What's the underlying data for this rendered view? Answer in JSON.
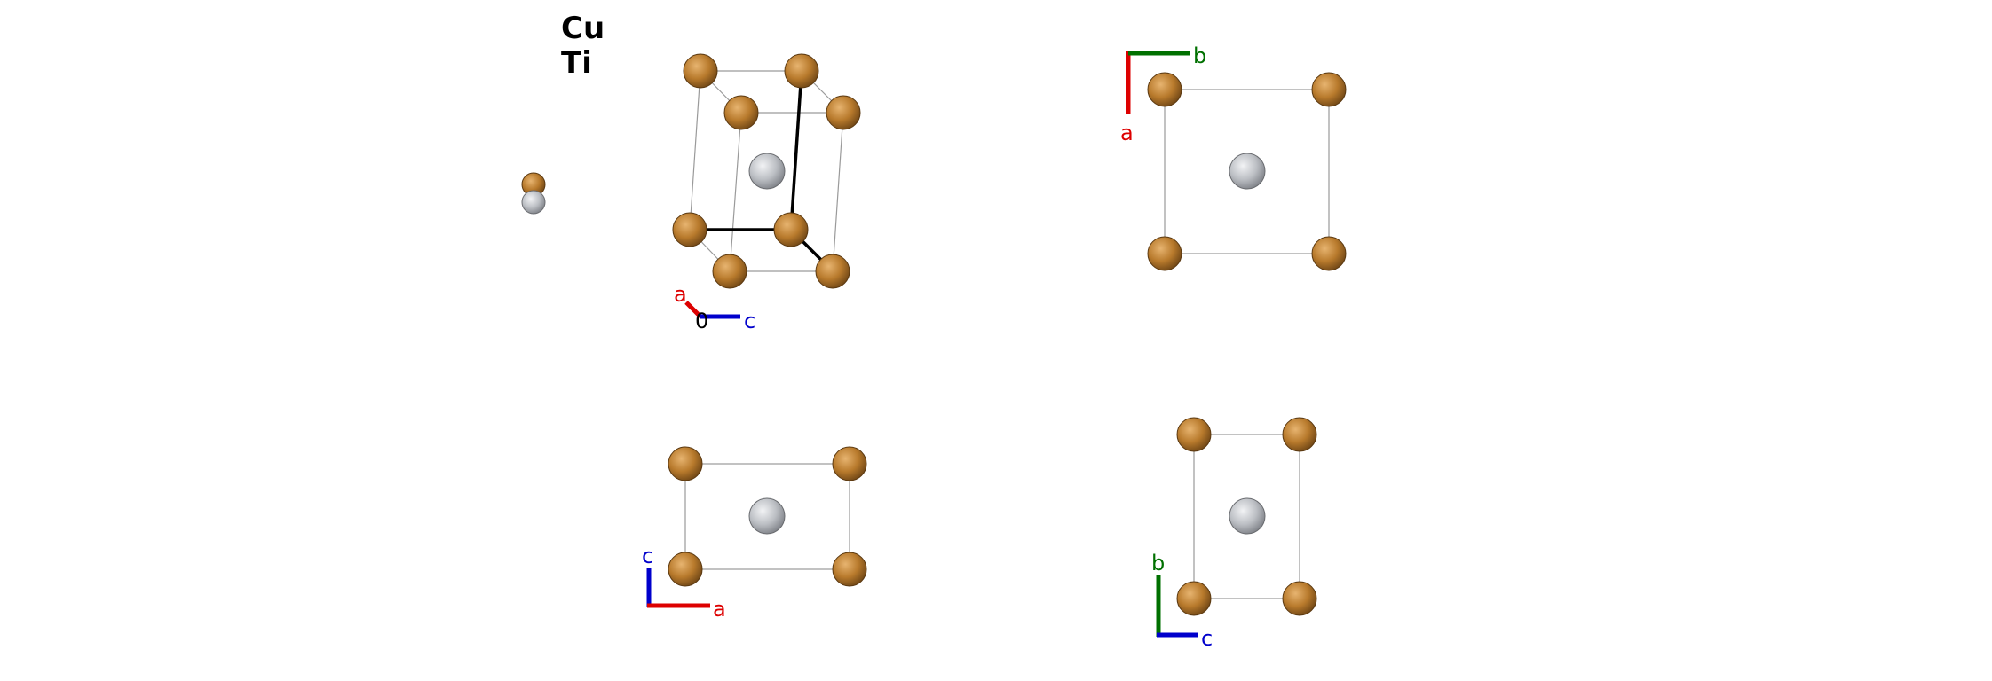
{
  "legend": {
    "elements": [
      {
        "symbol": "Cu",
        "color": "#b87a2c"
      },
      {
        "symbol": "Ti",
        "color": "#bcbfc4"
      }
    ]
  },
  "colors": {
    "cu_atom": "#b87a2c",
    "ti_atom": "#bcbfc4",
    "cell_edge": "#9a9a9a",
    "axis_a": "#dd0000",
    "axis_b": "#007000",
    "axis_c": "#0000cc"
  },
  "views": {
    "perspective": {
      "axes": {
        "a": "a",
        "origin": "0",
        "c": "c"
      }
    },
    "along_c": {
      "axes": {
        "a": "a",
        "b": "b"
      }
    },
    "along_b": {
      "axes": {
        "c": "c",
        "a": "a"
      }
    },
    "along_a": {
      "axes": {
        "b": "b",
        "c": "c"
      }
    }
  }
}
